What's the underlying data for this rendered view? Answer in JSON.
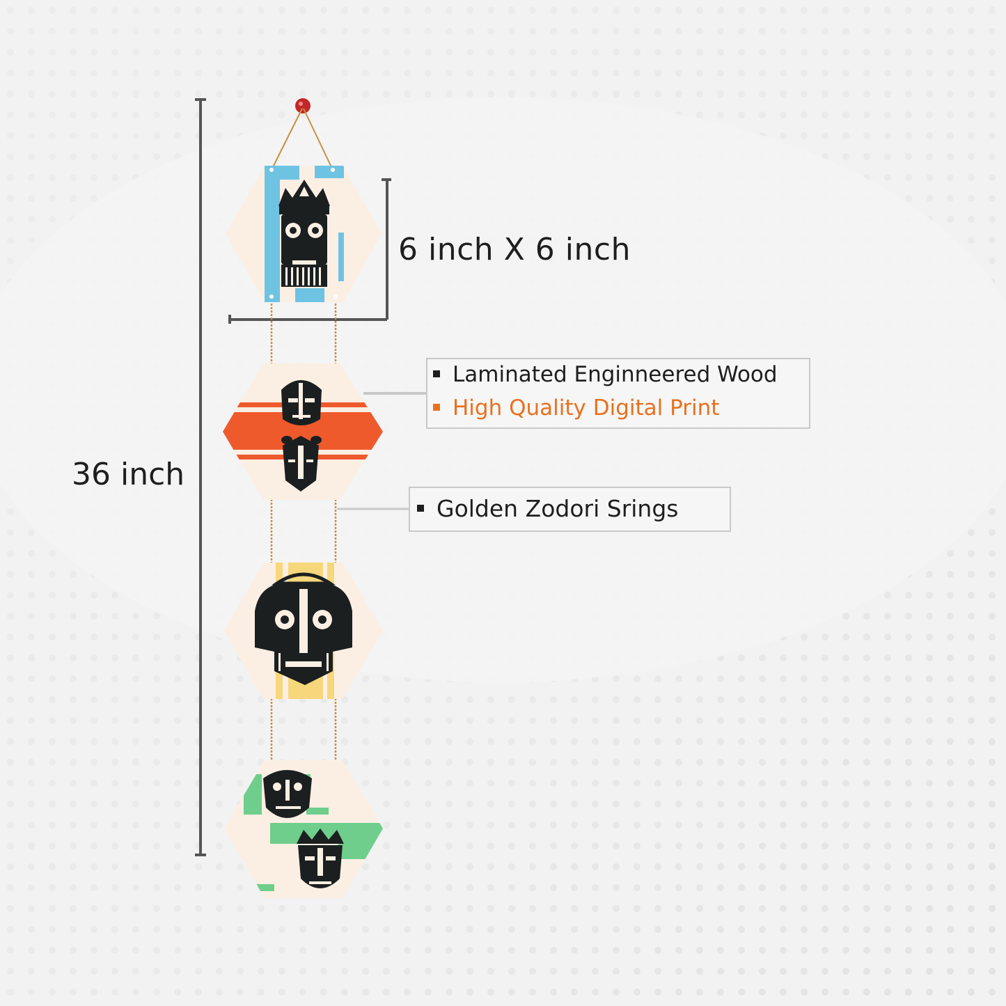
{
  "dimensions": {
    "total_height_label": "36 inch",
    "tile_size_label": "6 inch X 6 inch"
  },
  "features": {
    "material": "Laminated Enginneered Wood",
    "print": "High Quality Digital Print",
    "strings": "Golden Zodori Srings"
  },
  "colors": {
    "background": "#f2f2f2",
    "tile_cream": "#fbefe3",
    "accent_blue": "#6ec3e3",
    "accent_orange": "#ef5a2d",
    "accent_yellow": "#f7d77c",
    "accent_green": "#6fce8c",
    "mask_black": "#1b1f20",
    "string_gold": "#c8913f",
    "pin_red": "#c0282a",
    "print_text": "#e9701e"
  }
}
